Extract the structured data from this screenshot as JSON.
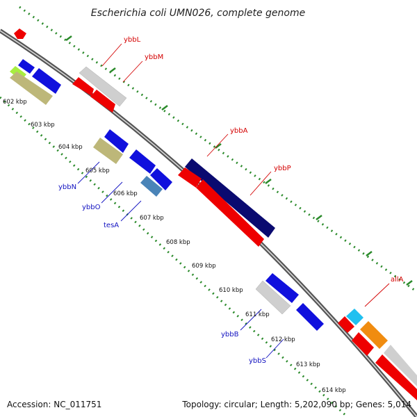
{
  "title": "Escherichia coli UMN026, complete genome",
  "footer": {
    "accession": "Accession: NC_011751",
    "topology": "Topology: circular; Length: 5,202,090 bp; Genes: 5,014"
  },
  "scale_labels": [
    "602 kbp",
    "603 kbp",
    "604 kbp",
    "605 kbp",
    "606 kbp",
    "607 kbp",
    "608 kbp",
    "609 kbp",
    "610 kbp",
    "611 kbp",
    "612 kbp",
    "613 kbp",
    "614 kbp"
  ],
  "gene_labels": [
    {
      "name": "ybbL",
      "strand": "forward"
    },
    {
      "name": "ybbM",
      "strand": "forward"
    },
    {
      "name": "ybbA",
      "strand": "forward"
    },
    {
      "name": "ybbP",
      "strand": "forward"
    },
    {
      "name": "allA",
      "strand": "forward"
    },
    {
      "name": "ybbN",
      "strand": "reverse"
    },
    {
      "name": "ybbO",
      "strand": "reverse"
    },
    {
      "name": "tesA",
      "strand": "reverse"
    },
    {
      "name": "ybbB",
      "strand": "reverse"
    },
    {
      "name": "ybbS",
      "strand": "reverse"
    }
  ],
  "colors": {
    "red": "#ee0000",
    "blue": "#1010dd",
    "navy": "#0a0a70",
    "khaki": "#bdb779",
    "lightgray": "#cfcfcf",
    "steel": "#4a84b8",
    "cyan": "#20c0f0",
    "orange": "#f08c10",
    "lime": "#a8ee40",
    "tick_green": "#2a8a2a",
    "backbone": "#555555"
  }
}
